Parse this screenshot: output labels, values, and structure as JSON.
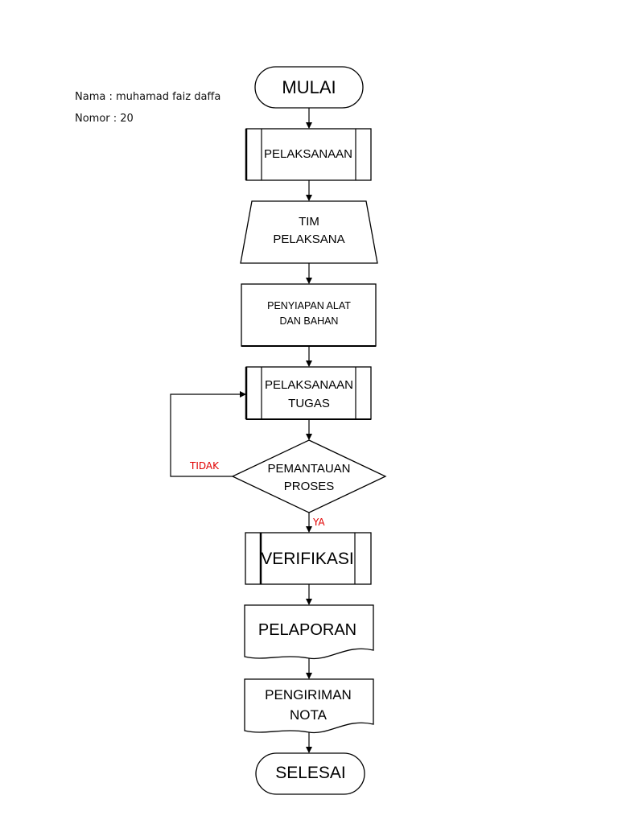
{
  "header": {
    "nama": "Nama : muhamad faiz daffa",
    "nomor": "Nomor : 20"
  },
  "flowchart": {
    "start": "MULAI",
    "step1": "PELAKSANAAN",
    "step2_line1": "TIM",
    "step2_line2": "PELAKSANA",
    "step3_line1": "PENYIAPAN ALAT",
    "step3_line2": "DAN BAHAN",
    "step4_line1": "PELAKSANAAN",
    "step4_line2": "TUGAS",
    "decision_line1": "PEMANTAUAN",
    "decision_line2": "PROSES",
    "no_label": "TIDAK",
    "yes_label": "YA",
    "step5": "VERIFIKASI",
    "step6": "PELAPORAN",
    "step7_line1": "PENGIRIMAN",
    "step7_line2": "NOTA",
    "end": "SELESAI"
  },
  "colors": {
    "branch_label": "#e00000"
  }
}
